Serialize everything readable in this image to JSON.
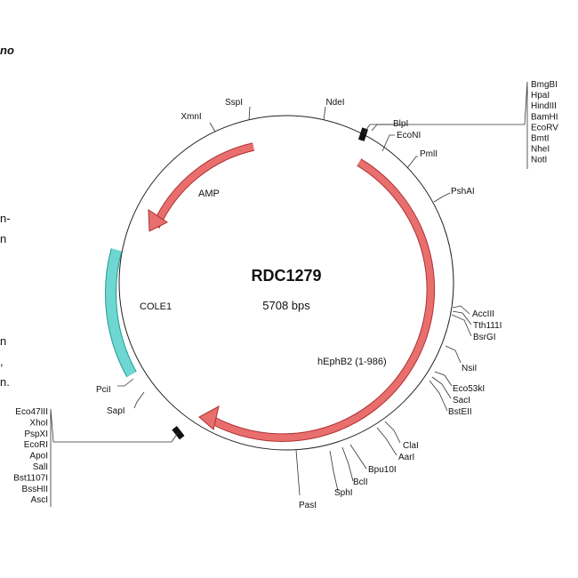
{
  "plasmid": {
    "name": "RDC1279",
    "size": "5708 bps"
  },
  "features": {
    "amp": "AMP",
    "cole1": "COLE1",
    "hephb2": "hEphB2 (1-986)"
  },
  "cut_sites": {
    "sspi": "SspI",
    "ndei": "NdeI",
    "xmni": "XmnI",
    "blpi": "BlpI",
    "econi": "EcoNI",
    "pmli": "PmlI",
    "pshai": "PshAI",
    "acciii": "AccIII",
    "tth111i": "Tth111I",
    "bsrgi": "BsrGI",
    "nsii": "NsiI",
    "eco53ki": "Eco53kI",
    "saci": "SacI",
    "bsteii": "BstEII",
    "clai": "ClaI",
    "aari": "AarI",
    "bpu10i": "Bpu10I",
    "bcli": "BclI",
    "sphi": "SphI",
    "pasi": "PasI",
    "pcii": "PciI",
    "sapi": "SapI"
  },
  "mcs_right": [
    "BmgBI",
    "HpaI",
    "HindIII",
    "BamHI",
    "EcoRV",
    "BmtI",
    "NheI",
    "NotI"
  ],
  "mcs_left": [
    "Eco47III",
    "XhoI",
    "PspXI",
    "EcoRI",
    "ApoI",
    "SalI",
    "Bst1107I",
    "BssHII",
    "AscI"
  ],
  "page_fragments": {
    "top": "no",
    "line1": "n-",
    "line2": "n",
    "line3": "n",
    "line4": ",",
    "line5": "n."
  }
}
